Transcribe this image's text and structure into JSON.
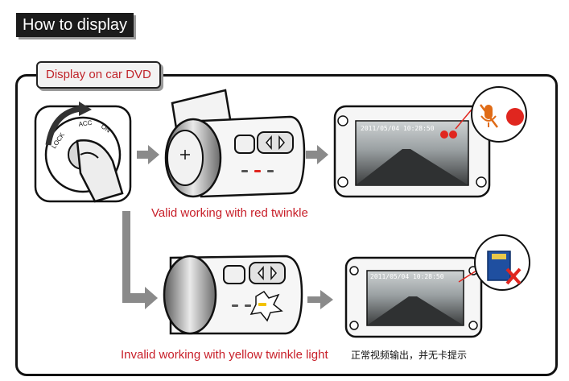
{
  "header": {
    "title": "How to display"
  },
  "section": {
    "tab_label": "Display on car DVD"
  },
  "ignition": {
    "lock_label": "LOCK",
    "acc_label": "ACC",
    "on_label": "ON"
  },
  "screens": {
    "top_timestamp": "2011/05/04 10:28:50",
    "bottom_timestamp": "2011/05/04 10:28:50"
  },
  "captions": {
    "valid": "Valid working with red twinkle",
    "invalid": "Invalid working with yellow twinkle light",
    "chinese_note": "正常视频输出，并无卡提示"
  },
  "colors": {
    "accent_red": "#e0261f",
    "caption_red": "#c8202a",
    "yellow": "#f2c200"
  }
}
